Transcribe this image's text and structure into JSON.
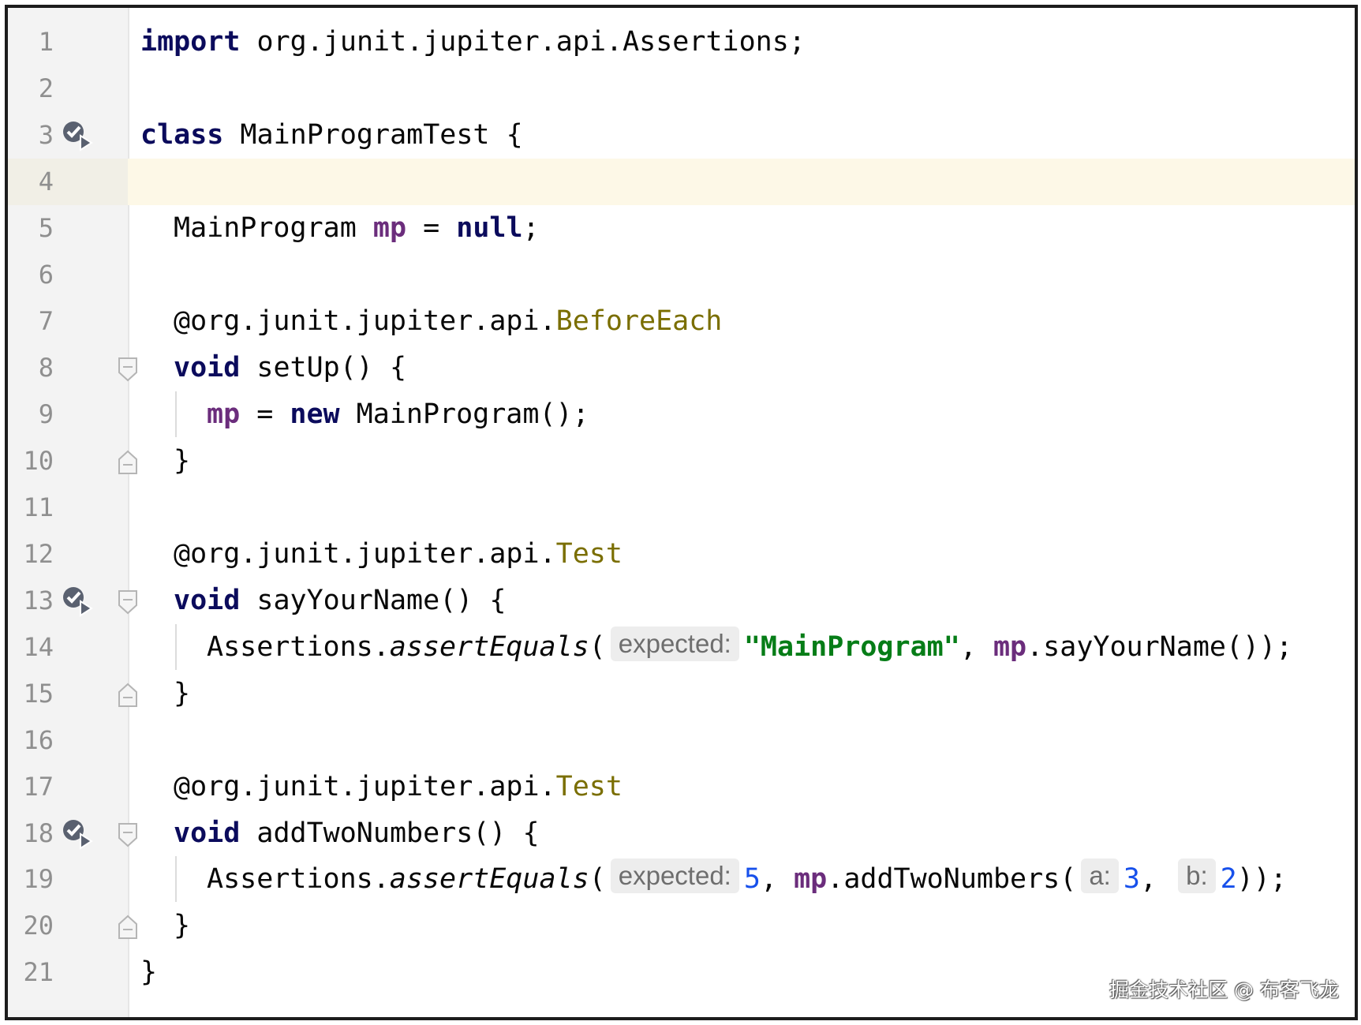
{
  "editor": {
    "language": "Java",
    "current_line": 4,
    "lines": [
      {
        "n": "1"
      },
      {
        "n": "2"
      },
      {
        "n": "3"
      },
      {
        "n": "4"
      },
      {
        "n": "5"
      },
      {
        "n": "6"
      },
      {
        "n": "7"
      },
      {
        "n": "8"
      },
      {
        "n": "9"
      },
      {
        "n": "10"
      },
      {
        "n": "11"
      },
      {
        "n": "12"
      },
      {
        "n": "13"
      },
      {
        "n": "14"
      },
      {
        "n": "15"
      },
      {
        "n": "16"
      },
      {
        "n": "17"
      },
      {
        "n": "18"
      },
      {
        "n": "19"
      },
      {
        "n": "20"
      },
      {
        "n": "21"
      }
    ],
    "tokens": {
      "import_kw": "import",
      "import_path": " org.junit.jupiter.api.Assertions;",
      "class_kw": "class",
      "class_name": " MainProgramTest {",
      "field_type": "MainProgram ",
      "field_name": "mp",
      "assign": " = ",
      "null_kw": "null",
      "semicolon": ";",
      "anno1_pkg": "@org.junit.jupiter.api.",
      "anno1_name": "BeforeEach",
      "void1": "void",
      "setup_sig": " setUp() {",
      "mp_var": "mp",
      "assign2": " = ",
      "new_kw": "new",
      "new_expr": " MainProgram();",
      "close_brace": "}",
      "anno2_pkg": "@org.junit.jupiter.api.",
      "anno2_name": "Test",
      "void2": "void",
      "sayname_sig": " sayYourName() {",
      "assertions1": "Assertions.",
      "assert_eq1": "assertEquals",
      "paren1": "(",
      "hint_expected1": "expected:",
      "str_mainprogram": "\"MainProgram\"",
      "comma1": ", ",
      "mp_var2": "mp",
      "call_sayname": ".sayYourName());",
      "anno3_pkg": "@org.junit.jupiter.api.",
      "anno3_name": "Test",
      "void3": "void",
      "addtwo_sig": " addTwoNumbers() {",
      "assertions2": "Assertions.",
      "assert_eq2": "assertEquals",
      "paren2": "(",
      "hint_expected2": "expected:",
      "num5": "5",
      "comma2": ", ",
      "mp_var3": "mp",
      "call_addtwo": ".addTwoNumbers(",
      "hint_a": "a:",
      "num3": "3",
      "comma3": ", ",
      "hint_b": "b:",
      "num2": "2",
      "close_call": "));"
    },
    "run_icon_lines": [
      3,
      13,
      18
    ],
    "fold_icon_lines": [
      8,
      10,
      13,
      15,
      18,
      20
    ]
  },
  "watermark": "掘金技术社区 @ 布客飞龙",
  "colors": {
    "keyword": "#0b0b5c",
    "field": "#6b2d7c",
    "annotation": "#7a6e00",
    "string": "#067d17",
    "number": "#1750eb",
    "current_line_bg": "#fdf8e7",
    "gutter_bg": "#f3f3f3"
  }
}
